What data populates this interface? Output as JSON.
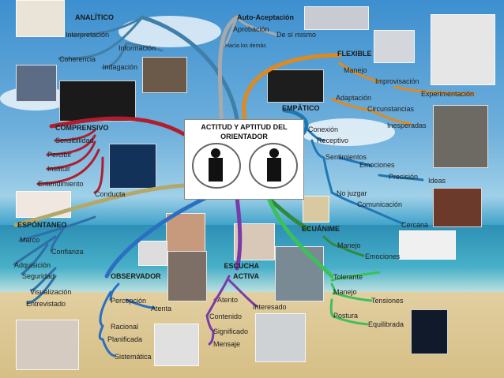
{
  "center": {
    "title": "ACTITUD Y APTITUD DEL ORIENTADOR"
  },
  "labels": {
    "analitico": "ANALÍTICO",
    "interpretacion": "Interpretación",
    "informacion": "Información",
    "coherencia": "Coherencia",
    "indagacion": "Indagación",
    "auto_aceptacion": "Auto-Aceptación",
    "aprobacion": "Aprobación",
    "de_si_mismo": "De sí mismo",
    "hacia_los_demas": "Hacia los demás",
    "flexible": "FLEXIBLE",
    "manejo_flex": "Manejo",
    "improvisacion": "Improvisación",
    "experimentacion": "Experimentación",
    "adaptacion": "Adaptación",
    "circunstancias": "Circunstancias",
    "inesperadas": "Inesperadas",
    "empatico": "EMPÁTICO",
    "conexion": "Conexión",
    "receptivo": "Receptivo",
    "sentimientos": "Sentimientos",
    "emociones_emp": "Emociones",
    "precision": "Precisión",
    "ideas": "Ideas",
    "no_juzgar": "No juzgar",
    "comunicacion": "Comunicación",
    "cercana": "Cercana",
    "comprensivo": "COMPRENSIVO",
    "sensibilidad": "Sensibilidad",
    "percibir": "Percibir",
    "instituir": "Instituir",
    "entendimiento": "Entendimiento",
    "conducta": "Conducta",
    "espontaneo": "ESPÓNTANEO",
    "marco": "Marco",
    "confianza": "Confianza",
    "adquisicion": "Adquisición",
    "seguridad": "Seguridad",
    "visualizacion": "Visualización",
    "entrevistado": "Entrevistado",
    "observador": "OBSERVADOR",
    "percepcion": "Percepción",
    "atenta": "Atenta",
    "racional": "Racional",
    "planificada": "Planificada",
    "sistematica": "Sistemática",
    "escucha_activa": "ESCUCHA ACTIVA",
    "atento": "Atento",
    "interesado": "Interesado",
    "contenido": "Contenido",
    "significado": "Significado",
    "mensaje": "Mensaje",
    "ecuanime": "ECUÁNIME",
    "manejo_ecu": "Manejo",
    "emociones_ecu": "Emociones",
    "tolerante": "Tolerante",
    "manejo_tol": "Manejo",
    "tensiones": "Tensiones",
    "postura": "Postura",
    "equilibrada": "Equilibrada"
  },
  "colors": {
    "analitico": "#3f7fa8",
    "auto_aceptacion": "#a9a9a9",
    "flexible": "#e08a1e",
    "empatico": "#1f78b4",
    "comprensivo": "#b01e2e",
    "espontaneo": "#b3a86a",
    "observador": "#2b6fc2",
    "escucha": "#7a3aa8",
    "ecuanime": "#2e8b3a",
    "tolerante": "#3cc05a"
  }
}
